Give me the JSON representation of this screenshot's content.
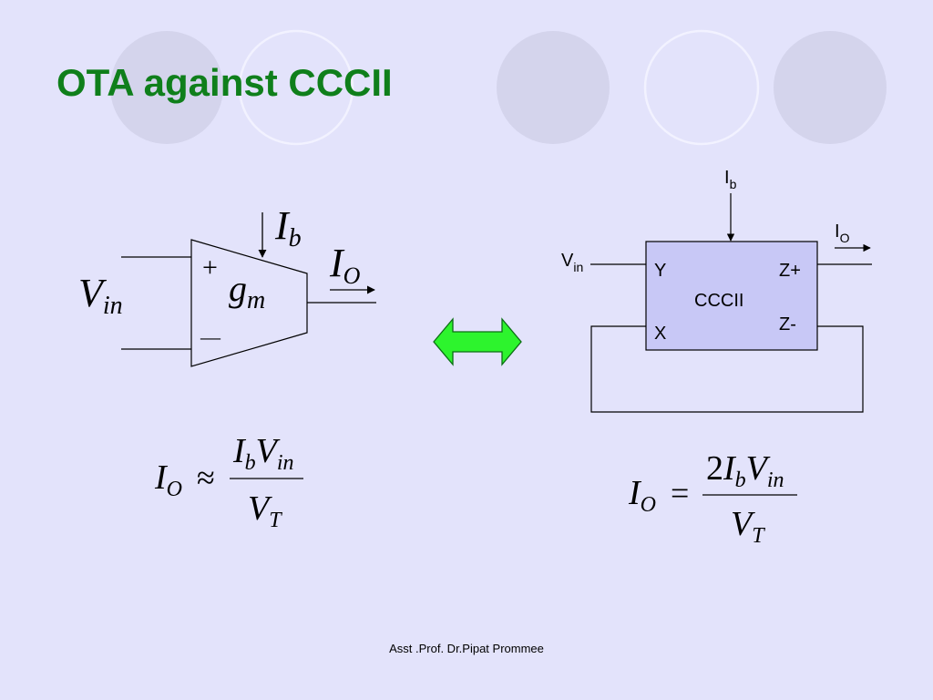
{
  "slide": {
    "title": "OTA against CCCII",
    "footer": "Asst .Prof. Dr.Pipat Prommee"
  },
  "colors": {
    "background": "#e3e3fb",
    "title": "#0f7f1b",
    "decor_circle_fill": "#d4d4ec",
    "decor_circle_outline": "#f2f2ff",
    "cccii_box_fill": "#c8c8f6",
    "double_arrow": "#2df42d"
  },
  "ota": {
    "vin": {
      "base": "V",
      "sub": "in"
    },
    "ib": {
      "base": "I",
      "sub": "b"
    },
    "io": {
      "base": "I",
      "sub": "O"
    },
    "gm": {
      "base": "g",
      "sub": "m"
    },
    "plus": "+",
    "minus": "—"
  },
  "cccii": {
    "block_label": "CCCII",
    "ib": {
      "base": "I",
      "sub": "b"
    },
    "io": {
      "base": "I",
      "sub": "O"
    },
    "vin": {
      "base": "V",
      "sub": "in"
    },
    "ports": {
      "y": "Y",
      "x": "X",
      "zplus": "Z+",
      "zminus": "Z-"
    }
  },
  "equations": {
    "ota": {
      "lhs": {
        "base": "I",
        "sub": "O"
      },
      "relation": "≈",
      "num": {
        "i": "I",
        "isub": "b",
        "v": "V",
        "vsub": "in"
      },
      "den": {
        "v": "V",
        "vsub": "T"
      }
    },
    "cccii": {
      "lhs": {
        "base": "I",
        "sub": "O"
      },
      "relation": "=",
      "num": {
        "coef": "2",
        "i": "I",
        "isub": "b",
        "v": "V",
        "vsub": "in"
      },
      "den": {
        "v": "V",
        "vsub": "T"
      }
    }
  },
  "equivalence_arrow": {
    "icon": "double-arrow-icon"
  }
}
